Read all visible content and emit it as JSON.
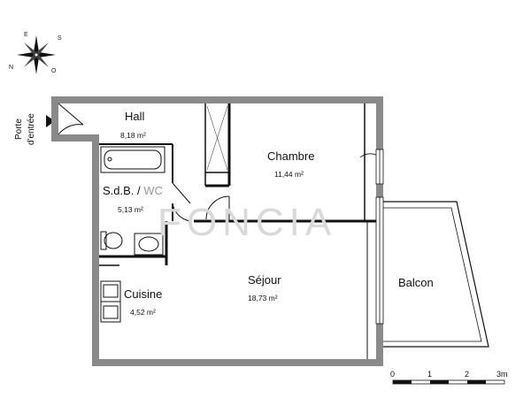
{
  "rooms": {
    "hall": {
      "name": "Hall",
      "area": "8,18 m²"
    },
    "chambre": {
      "name": "Chambre",
      "area": "11,44 m²"
    },
    "sdb": {
      "name": "S.d.B. /",
      "wc": "WC",
      "area": "5,13 m²"
    },
    "cuisine": {
      "name": "Cuisine",
      "area": "4,52 m²"
    },
    "sejour": {
      "name": "Séjour",
      "area": "18,73 m²"
    },
    "balcon": {
      "name": "Balcon"
    }
  },
  "entrance": {
    "line1": "Porte",
    "line2": "d'entrée"
  },
  "compass": {
    "n": "N",
    "e": "E",
    "s": "S",
    "o": "O"
  },
  "scale": {
    "t0": "0",
    "t1": "1",
    "t2": "2",
    "t3": "3m"
  },
  "colors": {
    "wall": "#8a8a8a",
    "line": "#111111"
  }
}
